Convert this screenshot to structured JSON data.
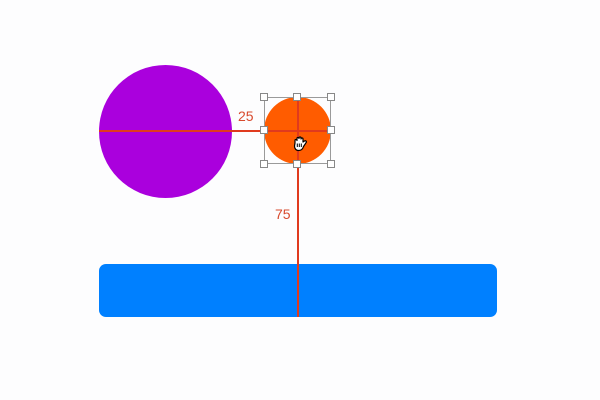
{
  "canvas": {
    "background_color": "#fdfdfe",
    "shapes": [
      {
        "name": "circle-large",
        "color": "#aa00dd"
      },
      {
        "name": "circle-small",
        "color": "#ff5c00",
        "selected": true
      },
      {
        "name": "rect-bar",
        "color": "#0080ff"
      }
    ]
  },
  "measurements": {
    "guide_color": "#e03a1e",
    "horizontal_distance": "25",
    "vertical_distance": "75"
  },
  "cursor": {
    "icon": "grab-hand-icon"
  }
}
